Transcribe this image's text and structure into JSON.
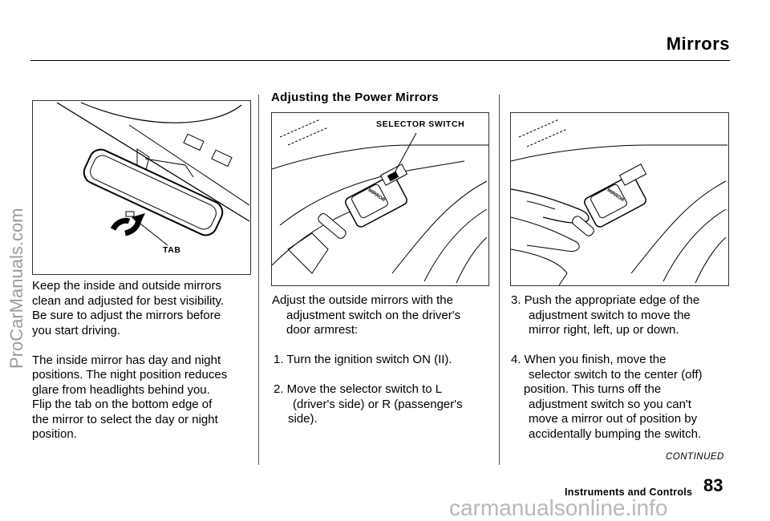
{
  "page": {
    "title": "Mirrors",
    "section_heading": "Adjusting the Power Mirrors",
    "continued": "CONTINUED",
    "footer_section": "Instruments and Controls",
    "page_number": "83"
  },
  "figures": {
    "inside_mirror_label": "TAB",
    "selector_switch_label": "SELECTOR SWITCH",
    "switch_text": "MIRROR"
  },
  "column_left": {
    "para1": [
      "Keep the inside and outside mirrors",
      "clean and adjusted for best visibility.",
      "Be sure to adjust the mirrors before",
      "you start driving."
    ],
    "para2": [
      "The inside mirror has day and night",
      "positions. The night position reduces",
      "glare from headlights behind you.",
      "Flip the tab on the bottom edge of",
      "the mirror to select the day or night",
      "position."
    ]
  },
  "column_middle": {
    "intro": [
      "Adjust the outside mirrors with the",
      "adjustment switch on the driver's",
      "door armrest:"
    ],
    "step1": "1. Turn the ignition switch ON (II).",
    "step2": [
      "2. Move the selector switch to L",
      "(driver's side) or R (passenger's",
      "side)."
    ]
  },
  "column_right": {
    "step3": [
      "3. Push the appropriate edge of the",
      "adjustment switch to move the",
      "mirror right, left, up or down."
    ],
    "step4": [
      "4. When you finish, move the",
      "selector switch to the center (off)",
      "position. This turns off the",
      "adjustment switch so you can't",
      "move a mirror out of position by",
      "accidentally bumping the switch."
    ]
  },
  "watermarks": {
    "side": "ProCarManuals.com",
    "bottom": "carmanualsonline.info"
  }
}
